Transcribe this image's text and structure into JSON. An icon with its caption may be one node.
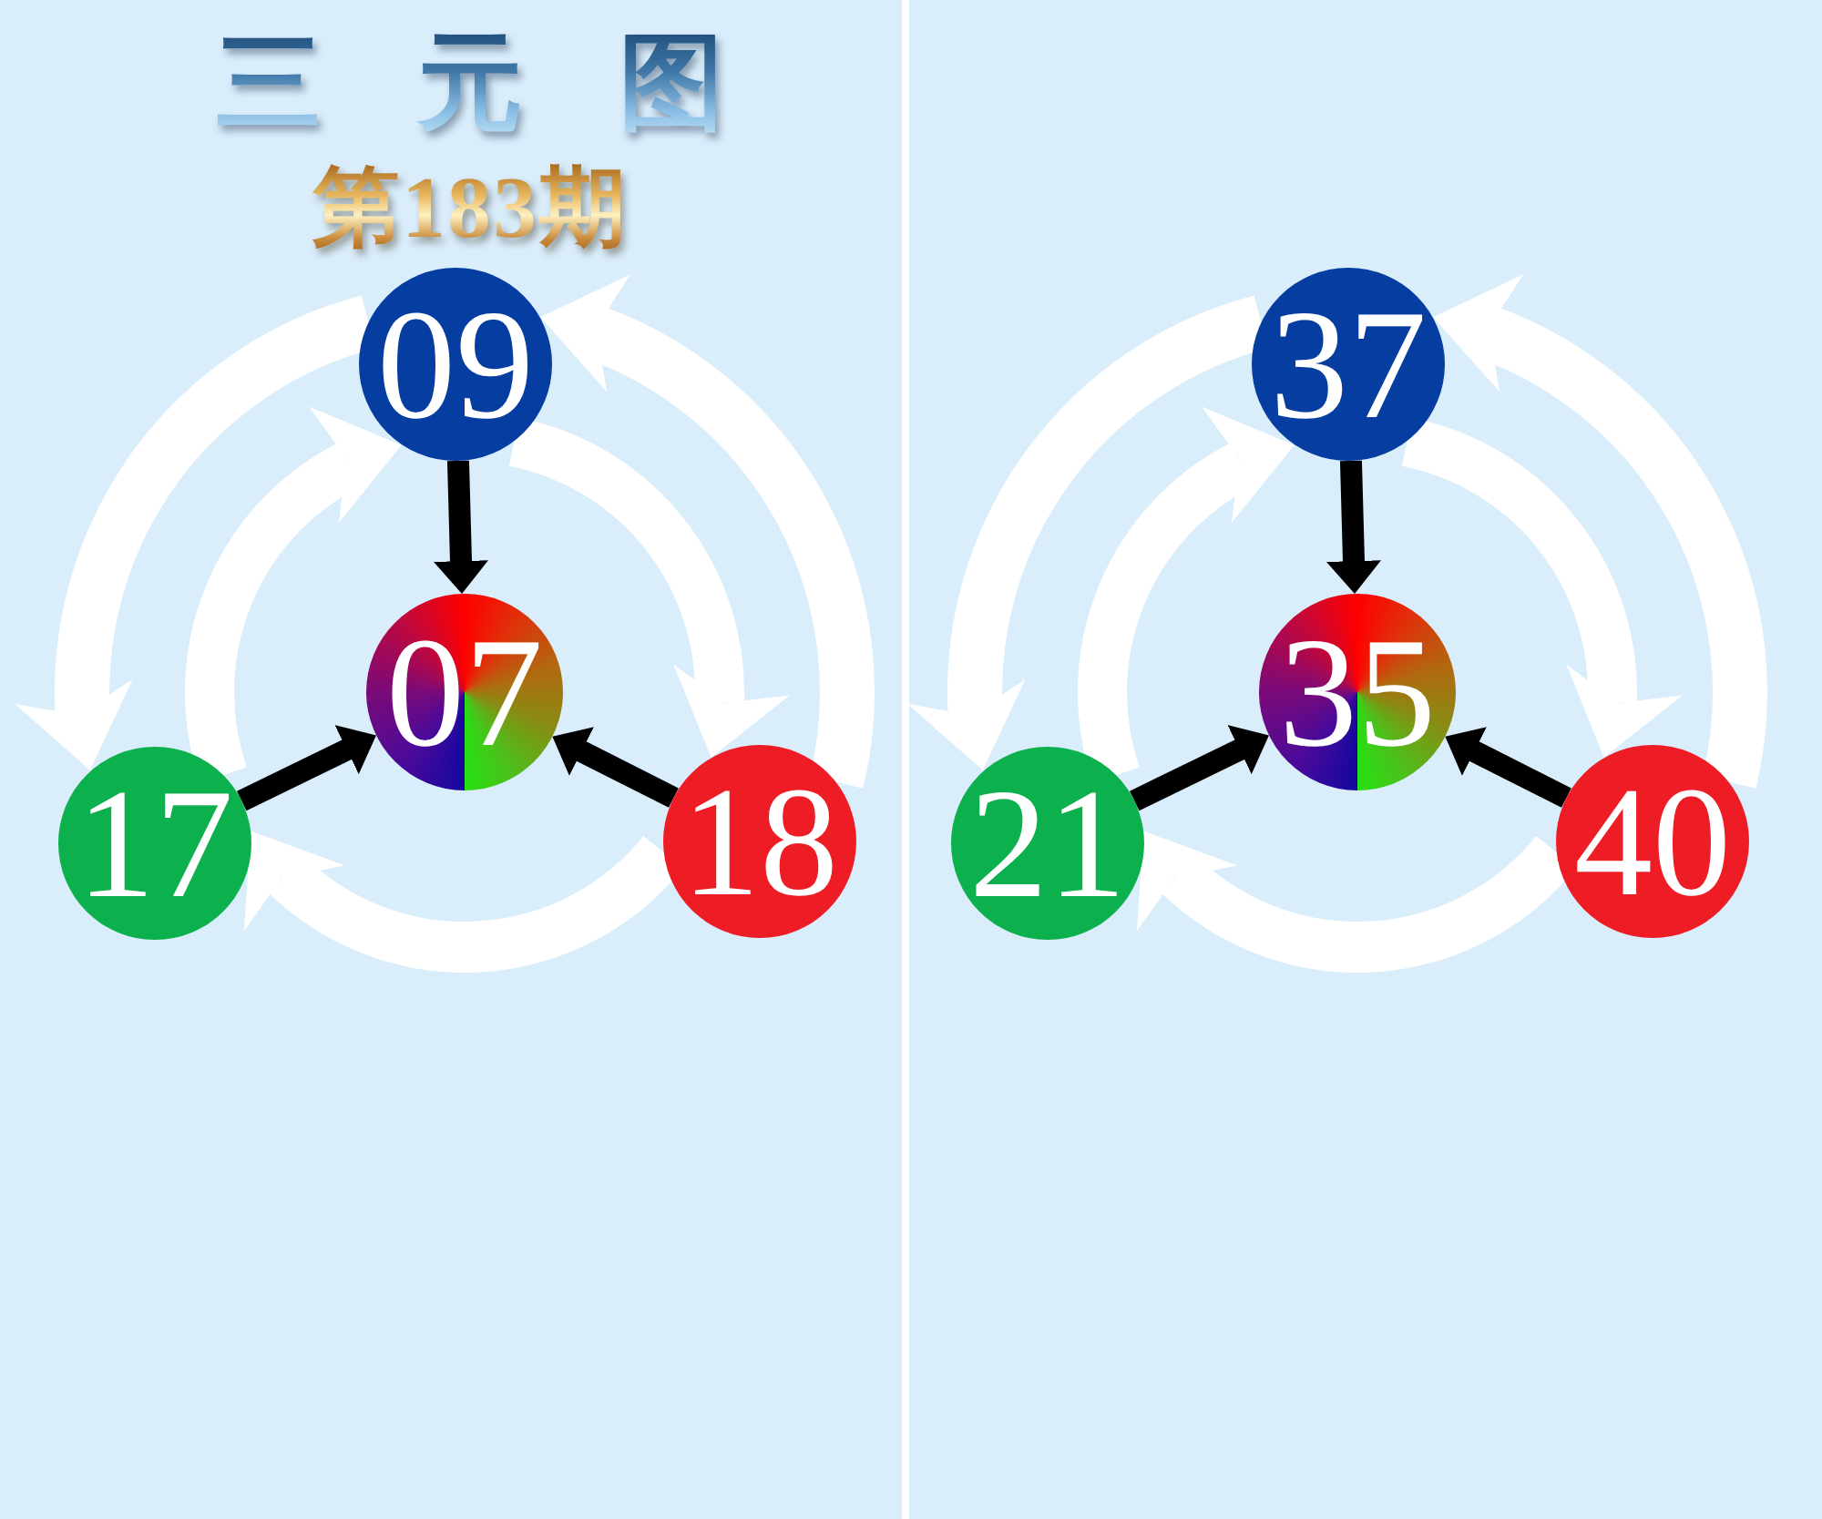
{
  "diagram": {
    "title": "三 元 图",
    "nodes": [
      {
        "text": [
          "09"
        ]
      },
      {
        "text": [
          "07"
        ]
      },
      {
        "text": [
          "17"
        ]
      },
      {
        "text": [
          "18"
        ]
      },
      {
        "text": [
          "37"
        ]
      },
      {
        "text": [
          "35"
        ]
      },
      {
        "text": [
          "21"
        ]
      },
      {
        "text": [
          "40"
        ]
      }
    ],
    "edges": [
      {
        "from": 0,
        "to": 1,
        "arrow": "to",
        "color": "#000000"
      },
      {
        "from": 2,
        "to": 1,
        "arrow": "to",
        "color": "#000000"
      },
      {
        "from": 3,
        "to": 1,
        "arrow": "to",
        "color": "#000000"
      },
      {
        "from": 0,
        "to": 2,
        "arrow": "to"
      },
      {
        "from": 3,
        "to": 0,
        "arrow": "to"
      },
      {
        "from": 2,
        "to": 0,
        "arrow": "to"
      },
      {
        "from": 0,
        "to": 3,
        "arrow": "to"
      },
      {
        "from": 3,
        "to": 2,
        "arrow": "to"
      },
      {
        "from": 4,
        "to": 5,
        "arrow": "to",
        "color": "#000000"
      },
      {
        "from": 6,
        "to": 5,
        "arrow": "to",
        "color": "#000000"
      },
      {
        "from": 7,
        "to": 5,
        "arrow": "to",
        "color": "#000000"
      },
      {
        "from": 4,
        "to": 6,
        "arrow": "to"
      },
      {
        "from": 7,
        "to": 4,
        "arrow": "to"
      },
      {
        "from": 6,
        "to": 4,
        "arrow": "to"
      },
      {
        "from": 4,
        "to": 7,
        "arrow": "to"
      },
      {
        "from": 7,
        "to": 6,
        "arrow": "to"
      }
    ],
    "labels": [
      "第183期"
    ]
  }
}
